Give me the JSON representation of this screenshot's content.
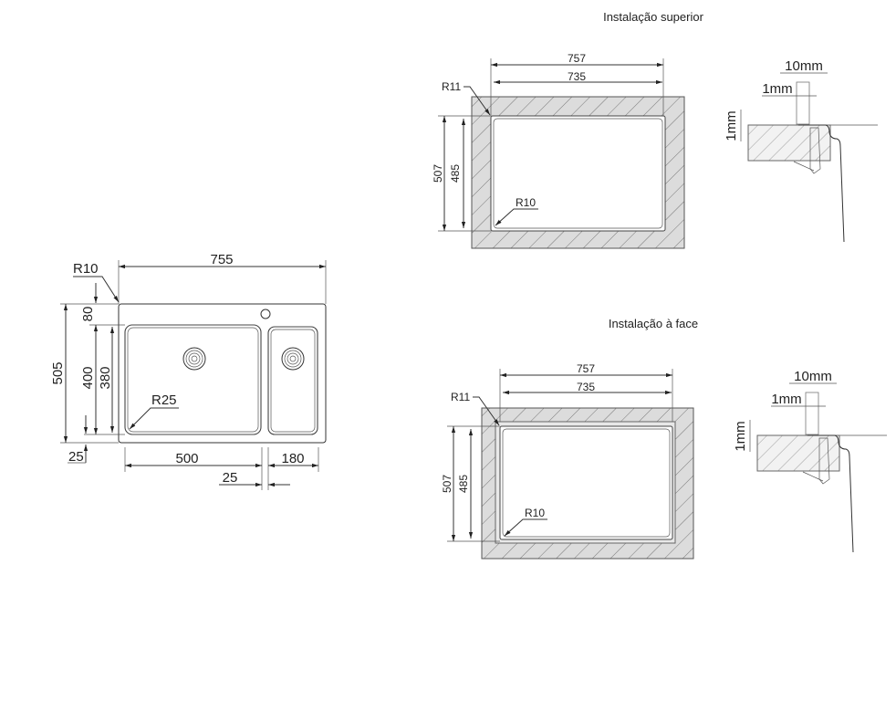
{
  "top_view": {
    "overall_width": "755",
    "overall_depth": "505",
    "corner_radius": "R10",
    "back_margin": "80",
    "bowl_depth_outer": "400",
    "bowl_depth_inner": "380",
    "front_margin": "25",
    "main_bowl_width": "500",
    "small_bowl_width": "180",
    "divider_width": "25",
    "bowl_radius": "R25"
  },
  "installations": [
    {
      "title": "Instalação superior",
      "cutout_outer_width": "757",
      "cutout_inner_width": "735",
      "cutout_outer_depth": "507",
      "cutout_inner_depth": "485",
      "outer_radius": "R11",
      "inner_radius": "R10",
      "detail_width": "10mm",
      "detail_gap": "1mm",
      "detail_height": "1mm"
    },
    {
      "title": "Instalação à face",
      "cutout_outer_width": "757",
      "cutout_inner_width": "735",
      "cutout_outer_depth": "507",
      "cutout_inner_depth": "485",
      "outer_radius": "R11",
      "inner_radius": "R10",
      "detail_width": "10mm",
      "detail_gap": "1mm",
      "detail_height": "1mm"
    }
  ]
}
